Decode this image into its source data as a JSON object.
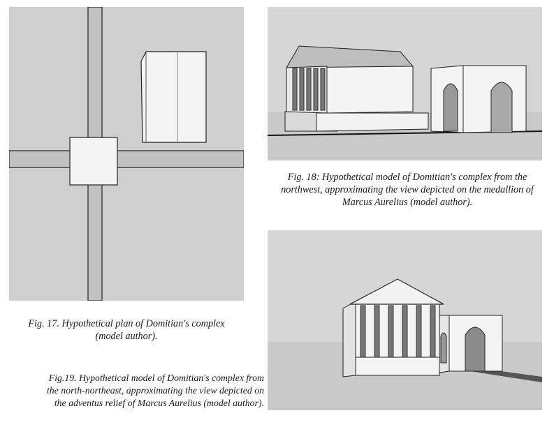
{
  "figures": {
    "fig17": {
      "caption_line1": "Fig. 17. Hypothetical plan of Domitian's complex",
      "caption_line2": "(model author)."
    },
    "fig18": {
      "caption_line1": "Fig. 18: Hypothetical model of Domitian's complex from the",
      "caption_line2": "northwest, approximating the view depicted on the medallion of",
      "caption_line3": "Marcus Aurelius (model author)."
    },
    "fig19": {
      "caption_line1": "Fig.19. Hypothetical model of Domitian's complex from",
      "caption_line2": "the north-northeast, approximating the view depicted on",
      "caption_line3": "the adventus relief of Marcus Aurelius (model author)."
    }
  },
  "colors": {
    "ground": "#c9c9c9",
    "sky": "#d4d4d4",
    "wall": "#f4f4f4",
    "line": "#111111"
  }
}
